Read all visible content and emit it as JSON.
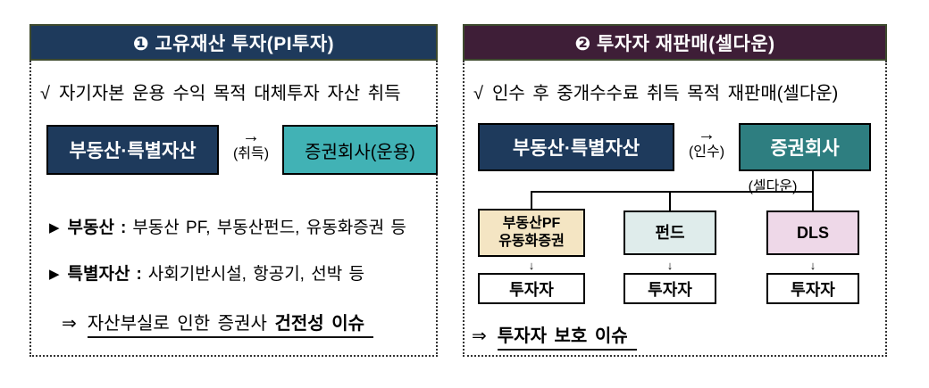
{
  "colors": {
    "navy": "#1e3a5c",
    "maroon": "#3e1e37",
    "teal_light": "#41b2b5",
    "teal_dark": "#2e7e80",
    "tan": "#f4e5c3",
    "mint": "#dfeceb",
    "pink": "#eed8e8",
    "header_border": "#3e4a2e",
    "line": "#000000"
  },
  "left_panel": {
    "header": "❶ 고유재산 투자(PI투자)",
    "check": {
      "icon": "√",
      "text": "자기자본 운용 수익 목적 대체투자 자산 취득"
    },
    "flow": {
      "source": "부동산·특별자산",
      "arrow": "→",
      "arrow_caption": "(취득)",
      "target": "증권회사(운용)"
    },
    "bullets": [
      {
        "marker": "▶",
        "term": "부동산",
        "sep": ":",
        "desc": "부동산 PF, 부동산펀드, 유동화증권 등"
      },
      {
        "marker": "▶",
        "term": "특별자산",
        "sep": ":",
        "desc": "사회기반시설, 항공기, 선박 등"
      }
    ],
    "conclusion": {
      "marker": "⇒",
      "text": "자산부실로 인한 증권사",
      "emphasis": "건전성 이슈"
    }
  },
  "right_panel": {
    "header": "❷ 투자자 재판매(셀다운)",
    "check": {
      "icon": "√",
      "text": "인수 후 중개수수료 취득 목적 재판매(셀다운)"
    },
    "flow": {
      "source": "부동산·특별자산",
      "arrow": "→",
      "arrow_caption": "(인수)",
      "target": "증권회사",
      "branch_caption": "(셀다운)"
    },
    "down_arrow": "↓",
    "products": [
      {
        "line1": "부동산PF",
        "line2": "유동화증권",
        "investor": "투자자"
      },
      {
        "line1": "펀드",
        "investor": "투자자"
      },
      {
        "line1": "DLS",
        "investor": "투자자"
      }
    ],
    "conclusion": {
      "marker": "⇒",
      "emphasis": "투자자 보호 이슈"
    }
  }
}
